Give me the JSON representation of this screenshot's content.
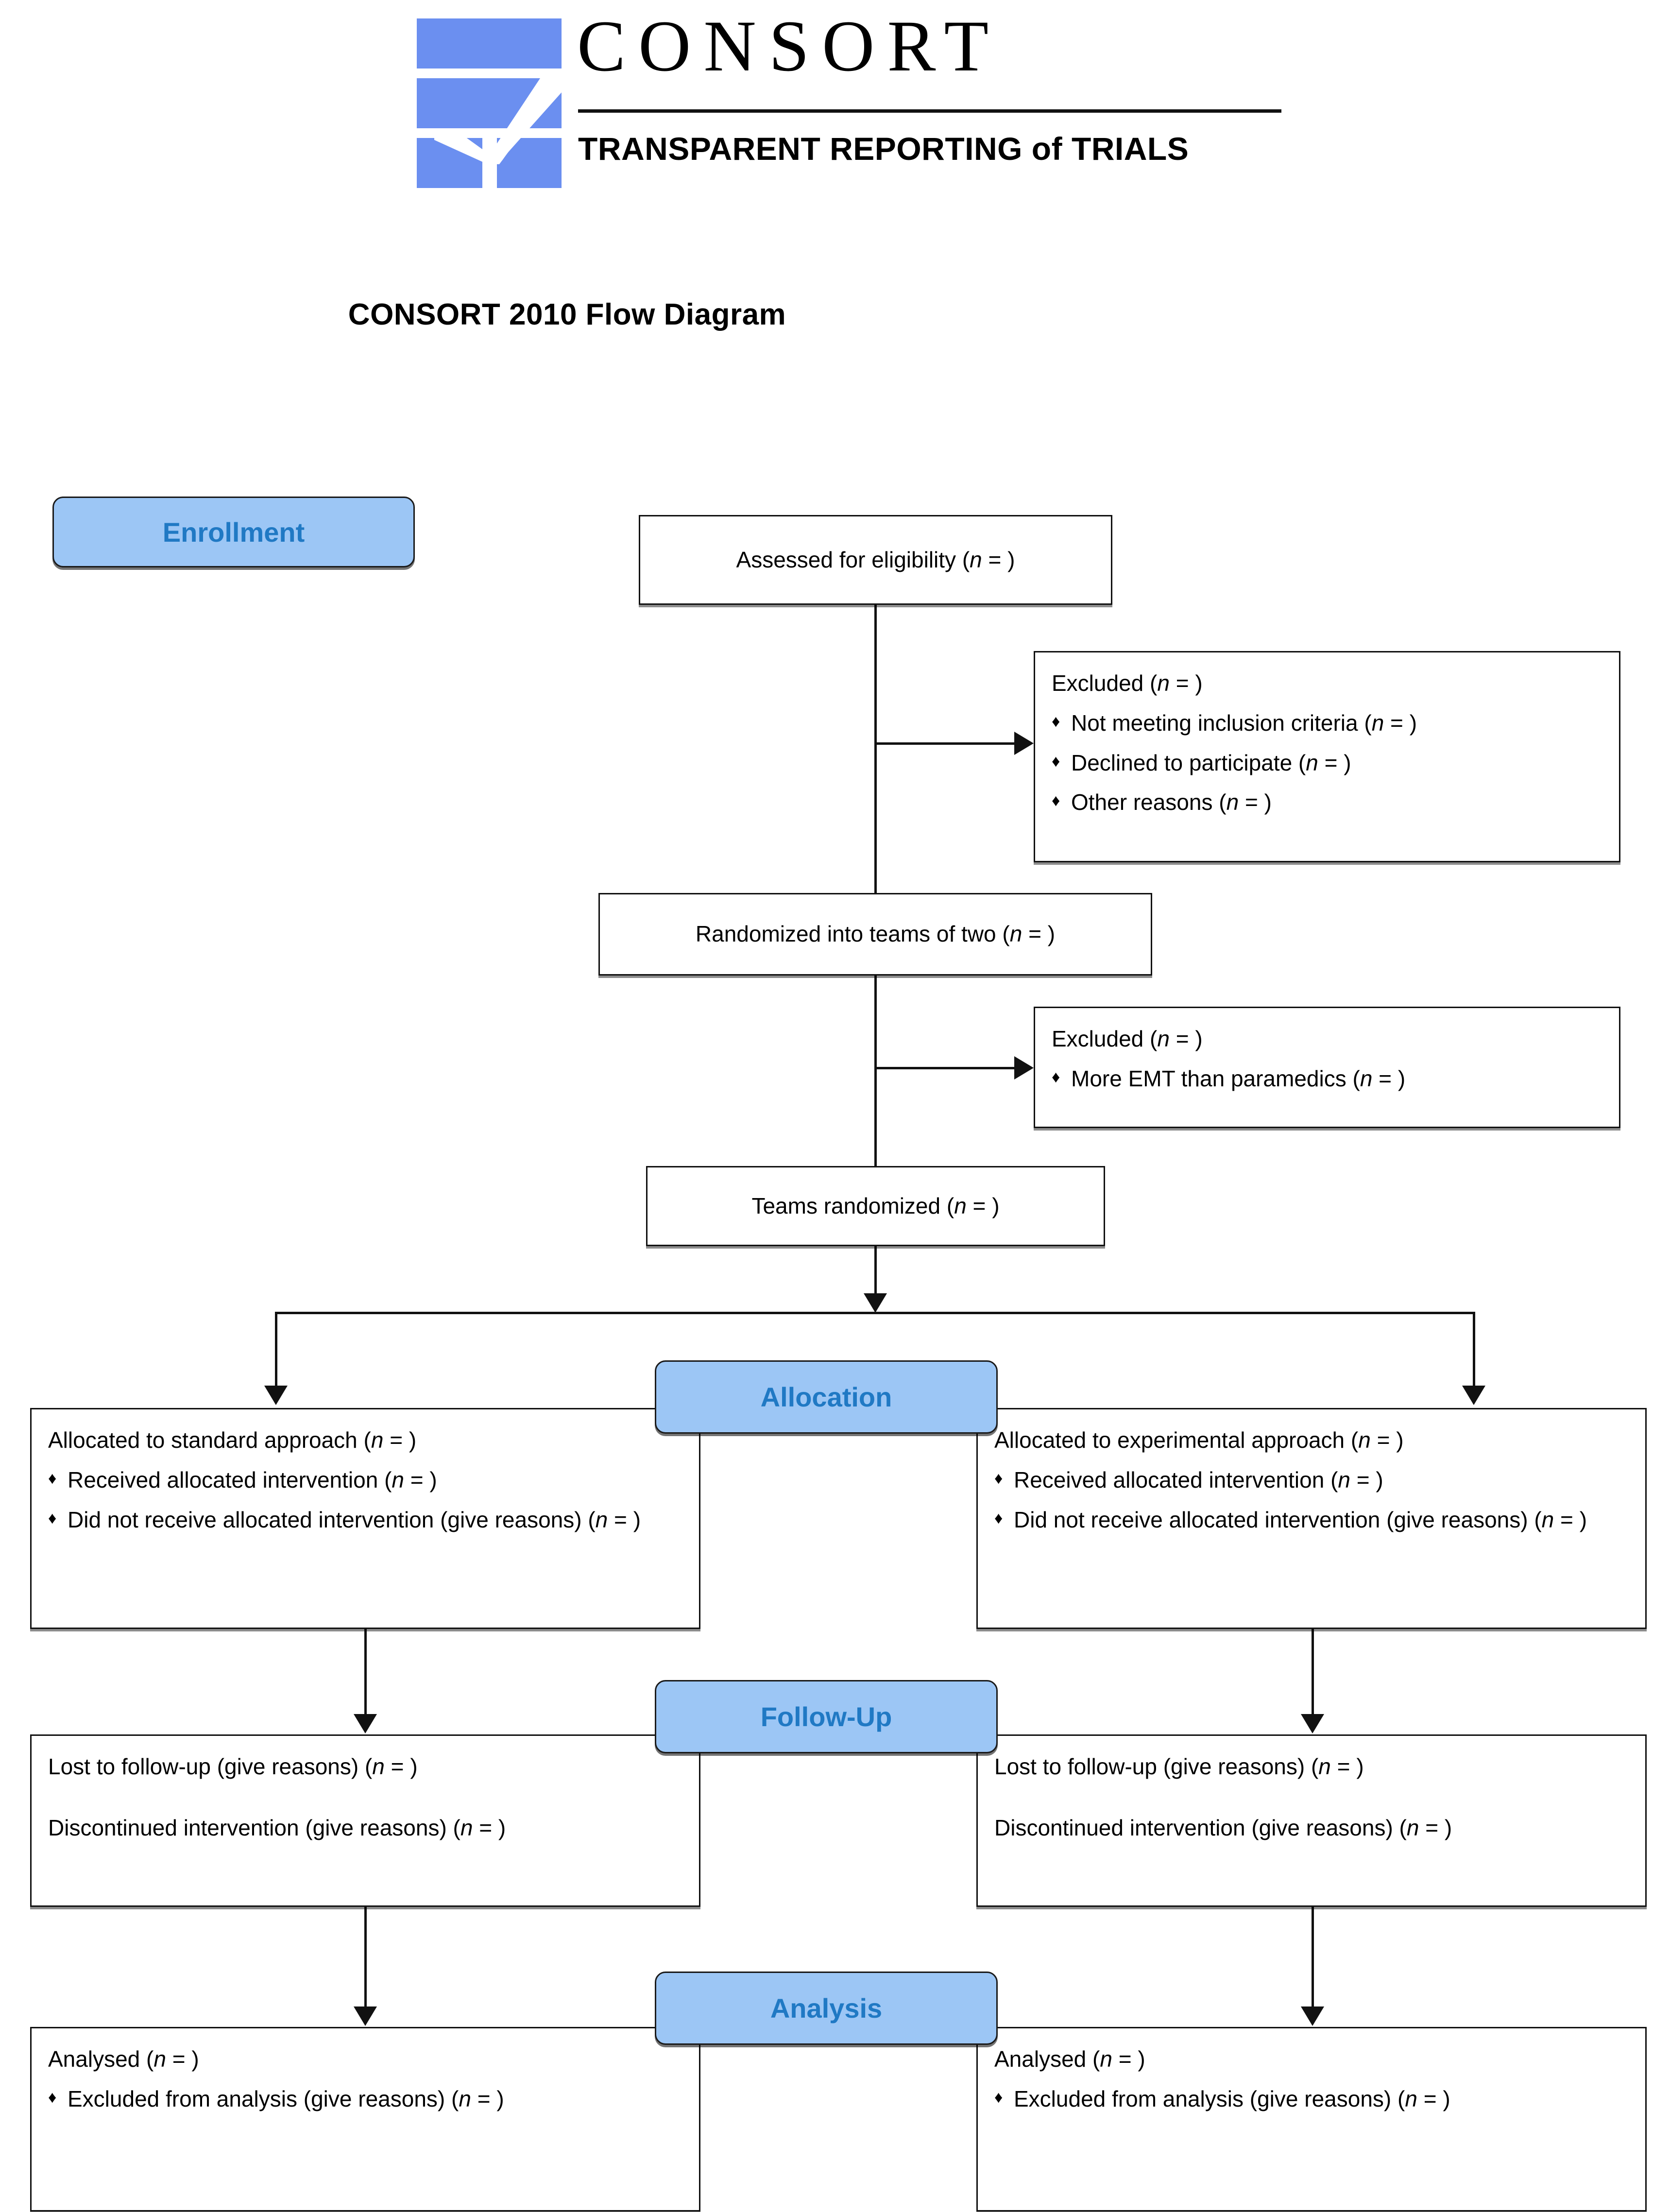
{
  "logo": {
    "wordmark": "CONSORT",
    "tagline": "TRANSPARENT REPORTING of TRIALS",
    "mark_color": "#6B8FF0"
  },
  "title": "CONSORT 2010 Flow Diagram",
  "stages": {
    "enrollment": "Enrollment",
    "allocation": "Allocation",
    "followup": "Follow-Up",
    "analysis": "Analysis",
    "pill_fill": "#9CC6F5",
    "pill_text_color": "#2079C4"
  },
  "boxes": {
    "assessed": {
      "text": "Assessed for eligibility (n =  )"
    },
    "excluded_1": {
      "heading": "Excluded (n =  )",
      "bullets": [
        "Not meeting inclusion criteria (n =  )",
        "Declined to participate (n =  )",
        "Other reasons (n =  )"
      ]
    },
    "randomized_teams": {
      "text": "Randomized into teams of two (n =  )"
    },
    "excluded_2": {
      "heading": "Excluded (n =  )",
      "bullets": [
        "More EMT than paramedics (n =  )"
      ]
    },
    "teams_randomized": {
      "text": "Teams randomized (n =  )"
    },
    "alloc_left": {
      "heading": "Allocated to standard approach (n =  )",
      "bullets": [
        "Received allocated intervention (n =  )",
        "Did not receive allocated intervention (give reasons) (n =  )"
      ]
    },
    "alloc_right": {
      "heading": "Allocated to experimental approach (n =  )",
      "bullets": [
        "Received allocated intervention (n =  )",
        "Did not receive allocated intervention (give reasons) (n =  )"
      ]
    },
    "followup_left": {
      "line1": "Lost to follow-up (give reasons) (n =  )",
      "line2": "Discontinued intervention (give reasons) (n =  )"
    },
    "followup_right": {
      "line1": "Lost to follow-up (give reasons) (n =  )",
      "line2": "Discontinued intervention (give reasons) (n =  )"
    },
    "analysis_left": {
      "heading": "Analysed (n =  )",
      "bullets": [
        "Excluded from analysis (give reasons) (n =  )"
      ]
    },
    "analysis_right": {
      "heading": "Analysed (n =  )",
      "bullets": [
        "Excluded from analysis (give reasons) (n =  )"
      ]
    }
  },
  "bullet_glyph": "♦"
}
